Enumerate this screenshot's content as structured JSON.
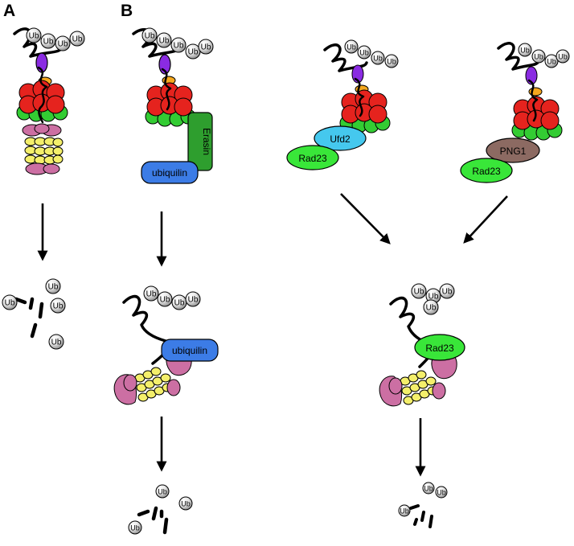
{
  "panels": {
    "a": "A",
    "b": "B"
  },
  "ub_label": "Ub",
  "proteins": {
    "ubiquilin": "ubiquilin",
    "erasin": "Erasin",
    "ufd2": "Ufd2",
    "rad23": "Rad23",
    "png1": "PNG1"
  },
  "colors": {
    "proteasome_core": "#e5231e",
    "proteasome_ring": "#33cc33",
    "cap_segment": "#f5a81e",
    "ubiquitin_ligase_purple": "#8a2be2",
    "atpase_ring": "#f4ef6b",
    "base_pink": "#cc6fa3",
    "ubiquilin": "#3c7ce6",
    "erasin": "#2e9e2e",
    "ufd2": "#45c8ee",
    "rad23": "#39e639",
    "png1": "#8c6a62",
    "ubiquitin": "#dcdcdc"
  }
}
